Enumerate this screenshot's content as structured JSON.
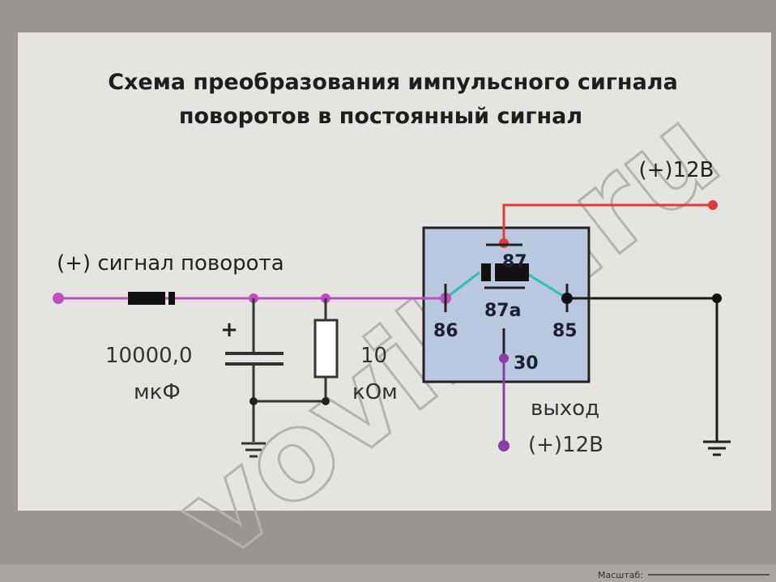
{
  "title": {
    "line1": "Схема преобразования импульсного сигнала",
    "line2": "поворотов в постоянный сигнал"
  },
  "watermark": "vovik8.ru",
  "labels": {
    "supply": "(+)12В",
    "signal": "(+) сигнал поворота",
    "capacitor_value": "10000,0",
    "capacitor_unit": "мкФ",
    "capacitor_polarity": "+",
    "resistor_value": "10",
    "resistor_unit": "кОм",
    "output_label": "выход",
    "output_voltage": "(+)12В"
  },
  "relay_pins": {
    "p87": "87",
    "p87a": "87a",
    "p86": "86",
    "p85": "85",
    "p30": "30"
  },
  "statusbar": {
    "zoom_label": "Масштаб:"
  },
  "colors": {
    "signal_wire": "#c050c0",
    "supply_wire": "#e03a3a",
    "ground_wire": "#1a1a1a",
    "coil_wire": "#2fc0b0",
    "relay_fill": "#b9c8df",
    "output_wire": "#8a40a0"
  }
}
